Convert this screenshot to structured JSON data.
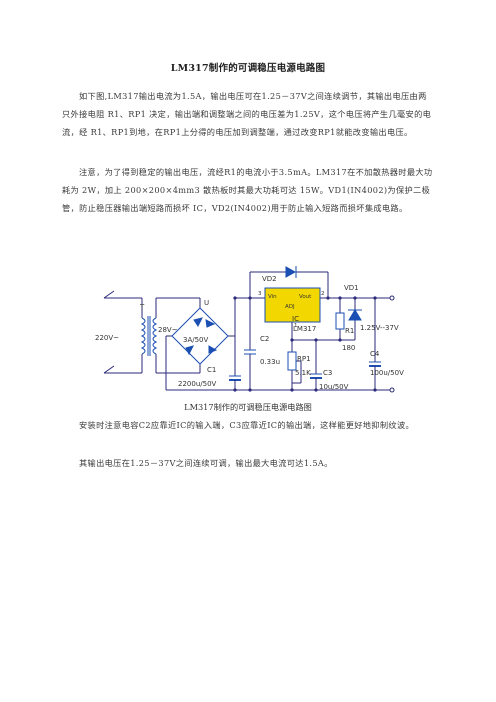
{
  "doc": {
    "title": "LM317制作的可调稳压电源电路图",
    "paragraph1": "如下图,LM317输出电流为1.5A，输出电压可在1.25－37V之间连续调节，其输出电压由两只外接电阻 R1、RP1 决定，输出端和调整端之间的电压差为1.25V，这个电压将产生几毫安的电流，经 R1、RP1到地，在RP1上分得的电压加到调整端，通过改变RP1就能改变输出电压。",
    "paragraph2": "注意，为了得到稳定的输出电压，流经R1的电流小于3.5mA。LM317在不加散热器时最大功耗为 2W，加上 200×200×4mm3 散热板时其最大功耗可达 15W。VD1(IN4002)为保护二极管，防止稳压器输出端短路而损坏 IC，VD2(IN4002)用于防止输入短路而损坏集成电路。",
    "caption": "LM317制作的可调稳压电源电路图",
    "paragraph4": "安装时注意电容C2应靠近IC的输入端，C3应靠近IC的输出端，这样能更好地抑制纹波。",
    "paragraph5": "其输出电压在1.25－37V之间连续可调，输出最大电流可达1.5A。"
  },
  "circuit": {
    "input_voltage": "220V~",
    "transformer": "T",
    "secondary_voltage": "28V~",
    "bridge": "U",
    "bridge_rating": "3A/50V",
    "vd2": "VD2",
    "vd1": "VD1",
    "ic_label": "IC",
    "ic_part": "LM317",
    "ic_vin": "Vin",
    "ic_vout": "Vout",
    "ic_adj": "ADJ",
    "pin3": "3",
    "pin2": "2",
    "pin1": "1",
    "r1": "R1",
    "r1_value": "180",
    "rp1": "RP1",
    "rp1_value": "5.1K",
    "c1": "C1",
    "c1_value": "2200u/50V",
    "c2": "C2",
    "c2_value": "0.33u",
    "c3": "C3",
    "c3_value": "10u/50V",
    "c4": "C4",
    "c4_value": "100u/50V",
    "output_range": "1.25V--37V"
  },
  "colors": {
    "wire": "#2a2a7a",
    "component": "#1b4fb3",
    "label": "#333333"
  }
}
